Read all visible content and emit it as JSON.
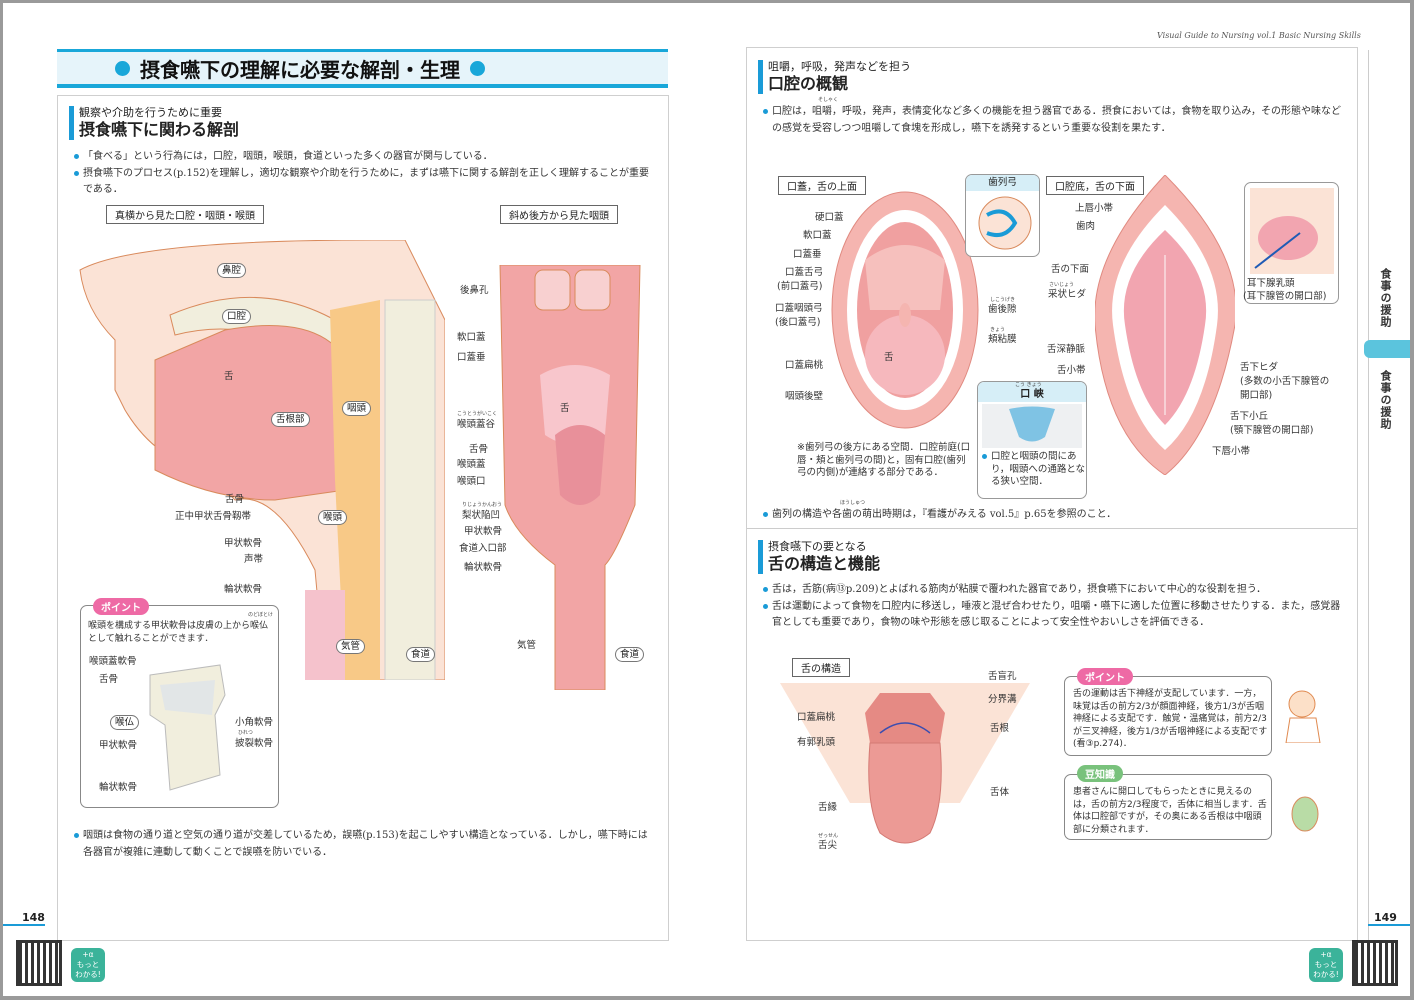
{
  "header": {
    "running_title": "Visual Guide to Nursing vol.1   Basic Nursing Skills"
  },
  "left": {
    "banner": "摂食嚥下の理解に必要な解剖・生理",
    "section": {
      "sub": "観察や介助を行うために重要",
      "title": "摂食嚥下に関わる解剖",
      "bullets": [
        "「食べる」という行為には，口腔，咽頭，喉頭，食道といった多くの器官が関与している．",
        "摂食嚥下のプロセス(p.152)を理解し，適切な観察や介助を行うために，まずは嚥下に関する解剖を正しく理解することが重要である．"
      ]
    },
    "fig1_label": "真横から見た口腔・咽頭・喉頭",
    "fig2_label": "斜め後方から見た咽頭",
    "fig1": {
      "bubbles": [
        "鼻腔",
        "口腔",
        "舌",
        "舌根部",
        "咽頭",
        "喉頭",
        "気管",
        "食道"
      ],
      "labels": [
        "舌骨",
        "正中甲状舌骨靱帯",
        "甲状軟骨",
        "声帯",
        "輪状軟骨"
      ]
    },
    "fig2": {
      "labels": [
        "後鼻孔",
        "軟口蓋",
        "口蓋垂",
        "喉頭蓋谷",
        "舌骨",
        "喉頭蓋",
        "喉頭口",
        "梨状陥凹",
        "甲状軟骨",
        "食道入口部",
        "輪状軟骨",
        "気管",
        "食道",
        "舌"
      ],
      "ruby": {
        "valley": "こうとうがいこく",
        "piriform": "りじょうかんおう"
      }
    },
    "point": {
      "badge": "ポイント",
      "text": "喉頭を構成する甲状軟骨は皮膚の上から喉仏として触れることができます．",
      "ruby": "のどぼとけ",
      "labels": [
        "喉頭蓋軟骨",
        "舌骨",
        "喉仏",
        "甲状軟骨",
        "小角軟骨",
        "披裂軟骨",
        "輪状軟骨"
      ],
      "ruby2": "ひれつ"
    },
    "bottom_text": "咽頭は食物の通り道と空気の通り道が交差しているため，誤嚥(p.153)を起こしやすい構造となっている．しかし，嚥下時には各器官が複雑に連動して動くことで誤嚥を防いでいる．",
    "page_number": "148",
    "more_badge": [
      "+α",
      "もっと",
      "わかる!"
    ]
  },
  "right": {
    "section1": {
      "sub": "咀嚼，呼吸，発声などを担う",
      "title": "口腔の概観",
      "ruby": "そしゃく",
      "bullets": [
        "口腔は，咀嚼，呼吸，発声，表情変化など多くの機能を担う器官である．摂食においては，食物を取り込み，その形態や味などの感覚を受容しつつ咀嚼して食塊を形成し，嚥下を誘発するという重要な役割を果たす．"
      ]
    },
    "fig_upper": {
      "label": "口蓋，舌の上面",
      "labels": [
        "硬口蓋",
        "軟口蓋",
        "口蓋垂",
        "口蓋舌弓",
        "(前口蓋弓)",
        "口蓋咽頭弓",
        "(後口蓋弓)",
        "口蓋扁桃",
        "咽頭後壁",
        "舌",
        "歯後隙",
        "頬粘膜"
      ],
      "ruby": {
        "retromolar": "しこうげき",
        "buccal": "きょう"
      }
    },
    "inset_arch": {
      "title": "歯列弓"
    },
    "inset_fauces": {
      "title": "口 峡",
      "ruby": "こう きょう",
      "text": "口腔と咽頭の間にあり，咽頭への通路となる狭い空間．"
    },
    "asterisk_note": "※歯列弓の後方にある空間．口腔前庭(口唇・頬と歯列弓の間)と，固有口腔(歯列弓の内側)が連絡する部分である．",
    "fig_lower": {
      "label": "口腔底，舌の下面",
      "labels": [
        "上唇小帯",
        "歯肉",
        "舌の下面",
        "采状ヒダ",
        "舌深静脈",
        "舌小帯",
        "舌下ヒダ",
        "(多数の小舌下腺管の",
        "開口部)",
        "舌下小丘",
        "(顎下腺管の開口部)",
        "下唇小帯",
        "耳下腺乳頭",
        "(耳下腺管の開口部)"
      ],
      "ruby": "さいじょう"
    },
    "teeth_note": "歯列の構造や各歯の萌出時期は，『看護がみえる vol.5』p.65を参照のこと．",
    "teeth_ruby": "ほうしゅつ",
    "section2": {
      "sub": "摂食嚥下の要となる",
      "title": "舌の構造と機能",
      "bullets": [
        "舌は，舌筋(病⑬p.209)とよばれる筋肉が粘膜で覆われた器官であり，摂食嚥下において中心的な役割を担う．",
        "舌は運動によって食物を口腔内に移送し，唾液と混ぜ合わせたり，咀嚼・嚥下に適した位置に移動させたりする．また，感覚器官としても重要であり，食物の味や形態を感じ取ることによって安全性やおいしさを評価できる．"
      ]
    },
    "fig_tongue": {
      "label": "舌の構造",
      "labels": [
        "舌盲孔",
        "分界溝",
        "舌根",
        "舌体",
        "口蓋扁桃",
        "有郭乳頭",
        "舌縁",
        "舌尖"
      ],
      "ruby": "ぜっせん"
    },
    "point": {
      "badge": "ポイント",
      "text": "舌の運動は舌下神経が支配しています．一方，味覚は舌の前方2/3が顔面神経，後方1/3が舌咽神経による支配です．触覚・温痛覚は，前方2/3が三叉神経，後方1/3が舌咽神経による支配です(看③p.274)．"
    },
    "trivia": {
      "badge": "豆知識",
      "text": "患者さんに開口してもらったときに見えるのは，舌の前方2/3程度で，舌体に相当します．舌体は口腔部ですが，その奥にある舌根は中咽頭部に分類されます．"
    },
    "side_tabs": [
      "食事の援助",
      "食事の援助"
    ],
    "page_number": "149",
    "more_badge": [
      "+α",
      "もっと",
      "わかる!"
    ]
  },
  "colors": {
    "accent": "#1a9bd7",
    "tab": "#5bc4dd",
    "tissue": "#f2a5a5",
    "skin": "#fbe3d6",
    "cartilage": "#f1eedd",
    "pharynx": "#f8c987",
    "point": "#ee6aa5",
    "trivia": "#79c27c"
  }
}
